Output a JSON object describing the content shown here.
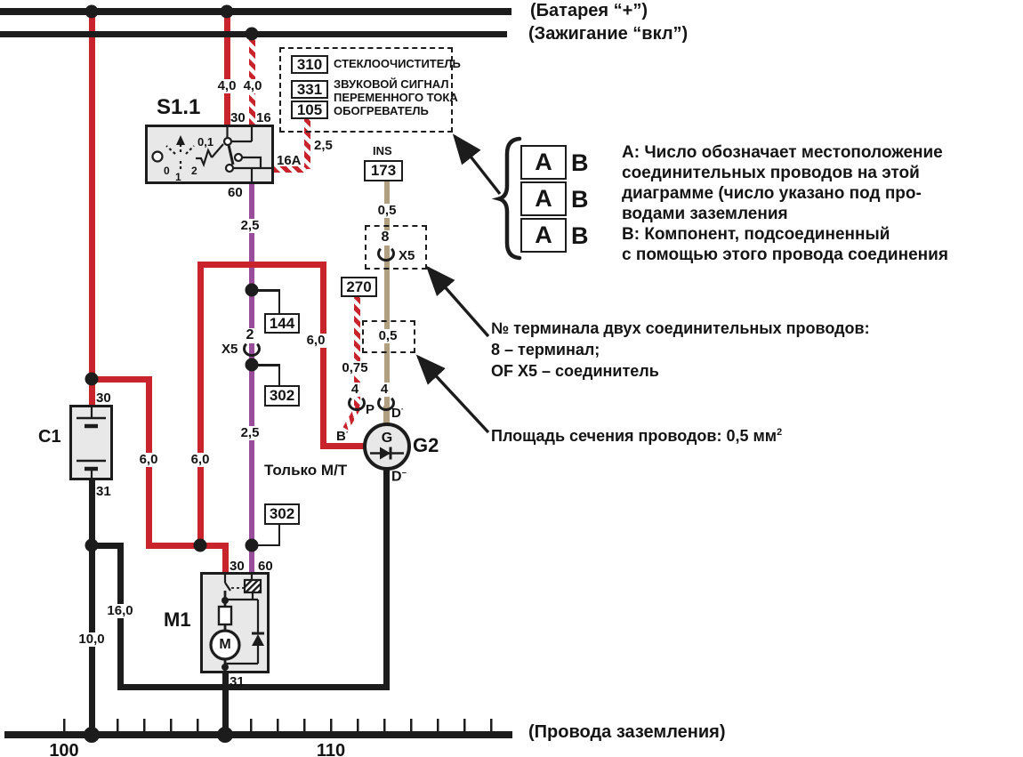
{
  "colors": {
    "red": "#c9242b",
    "purple": "#9a4d9b",
    "tan": "#b1a07f",
    "black": "#1c1c1c",
    "panel_fill": "#e8e8e8",
    "white": "#ffffff"
  },
  "marks": {
    "dot": "·",
    "minus": "–"
  },
  "top": {
    "battery_label": "(Батарея “+”)",
    "ignition_label": "(Зажигание “вкл”)"
  },
  "callout": {
    "ref_310": "310",
    "label_310": "СТЕКЛООЧИСТИТЕЛЬ",
    "ref_331": "331",
    "label_331_line1": "ЗВУКОВОЙ СИГНАЛ",
    "label_331_line2": "ПЕРЕМЕННОГО ТОКА",
    "ref_105": "105",
    "label_105": "ОБОГРЕВАТЕЛЬ"
  },
  "s11": {
    "title": "S1.1",
    "terminal_30": "30",
    "terminal_16": "16",
    "terminal_60": "60",
    "wire_40_left": "4,0",
    "wire_40_right": "4,0",
    "wire_25_striped": "2,5",
    "fuse": "16A",
    "value_01": "0,1",
    "pos_0": "0",
    "pos_1": "1",
    "pos_2": "2"
  },
  "ins": {
    "label": "INS",
    "ref": "173",
    "wire_05": "0,5"
  },
  "x5_top": {
    "pin": "8",
    "name": "X5"
  },
  "x5_mid": {
    "pin": "2",
    "name": "X5",
    "wire_25_upper": "2,5",
    "wire_25_lower": "2,5",
    "ref_144": "144",
    "ref_302_upper": "302",
    "ref_302_lower": "302",
    "wire_60": "6,0"
  },
  "branch_270": {
    "ref": "270",
    "wire_075": "0,75",
    "wire_05_boxed": "0,5"
  },
  "g2": {
    "pin_p": "4",
    "pin_d": "4",
    "term_p": "P",
    "term_d": "D",
    "term_b": "B",
    "letter": "G",
    "name": "G2",
    "term_d_minus": "D"
  },
  "c1": {
    "name": "C1",
    "terminal_30": "30",
    "terminal_31": "31"
  },
  "left_wires": {
    "wire_60_a": "6,0",
    "wire_60_b": "6,0",
    "wire_100": "10,0",
    "wire_160": "16,0"
  },
  "m1": {
    "name": "M1",
    "terminal_30": "30",
    "terminal_60": "60",
    "terminal_31": "31",
    "motor_letter": "M",
    "only_mt": "Только М/Т"
  },
  "ground": {
    "tick_100": "100",
    "tick_110": "110",
    "label": "(Провода заземления)"
  },
  "legend": {
    "a": "А",
    "b": "В",
    "line1": "А: Число обозначает местоположение",
    "line2": "соединительных проводов на этой",
    "line3": "диаграмме (число указано под про-",
    "line4": "водами заземления",
    "line5": "В: Компонент, подсоединенный",
    "line6": "с помощью этого провода соединения"
  },
  "notes": {
    "terminal_title": "№ терминала двух соединительных проводов:",
    "terminal_line": "8 – терминал;",
    "connector_line": "OF X5 – соединитель",
    "area_line": "Площадь сечения проводов: 0,5 мм",
    "area_sup": "2"
  }
}
